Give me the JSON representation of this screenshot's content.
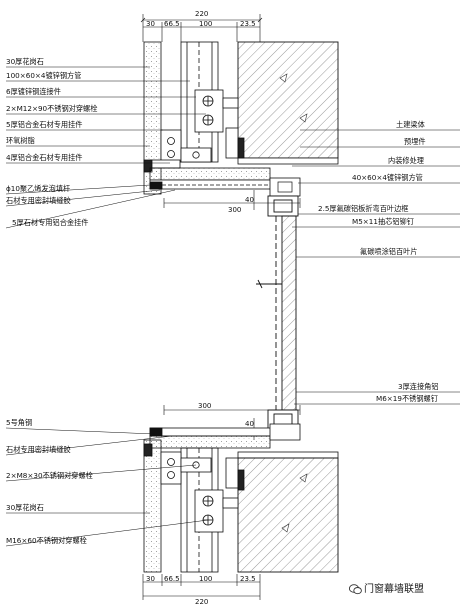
{
  "top_dims": {
    "overall": "220",
    "segments": [
      "30",
      "66.5",
      "100",
      "23.5"
    ]
  },
  "bottom_dims": {
    "overall": "220",
    "segments": [
      "30",
      "66.5",
      "100",
      "23.5"
    ]
  },
  "dim_300_upper": "300",
  "dim_300_lower": "300",
  "dim_40_upper": "40",
  "dim_40_lower": "40",
  "left_labels_top": [
    "30厚花岗石",
    "100×60×4镀锌钢方管",
    "6厚镀锌钢连接件",
    "2×M12×90不锈钢对穿螺栓",
    "5厚铝合金石材专用挂件",
    "环氧树脂",
    "4厚铝合金石材专用挂件",
    "ɸ10聚乙烯发泡填杆",
    "石材专用密封填缝胶",
    "5厚石材专用铝合金挂件"
  ],
  "right_labels": [
    "土建梁体",
    "预埋件",
    "内装修处理",
    "40×60×4镀锌钢方管",
    "2.5厚氟碳铝板折弯百叶边框",
    "M5×11抽芯铝铆钉",
    "氟碳喷涂铝百叶片",
    "3厚连接角铝",
    "M6×19不锈钢螺钉"
  ],
  "left_labels_bottom": [
    "5号角钢",
    "石材专用密封填缝胶",
    "2×M8×30不锈钢对穿螺栓",
    "30厚花岗石",
    "M16×60不锈钢对穿螺栓"
  ],
  "watermark": "门窗幕墙联盟"
}
